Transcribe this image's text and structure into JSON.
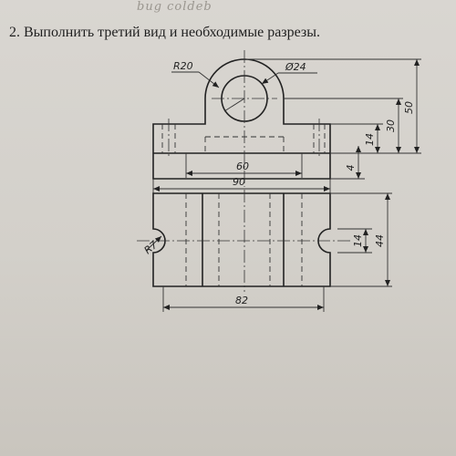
{
  "header": {
    "scribble": "bug coldeb",
    "task": "2. Выполнить третий вид и необходимые разрезы."
  },
  "dims": {
    "r20": "R20",
    "d24": "Ø24",
    "h50": "50",
    "h30": "30",
    "h14_front": "14",
    "h4": "4",
    "w60": "60",
    "w90": "90",
    "r7": "R7",
    "h14_top": "14",
    "h44": "44",
    "w82": "82"
  }
}
